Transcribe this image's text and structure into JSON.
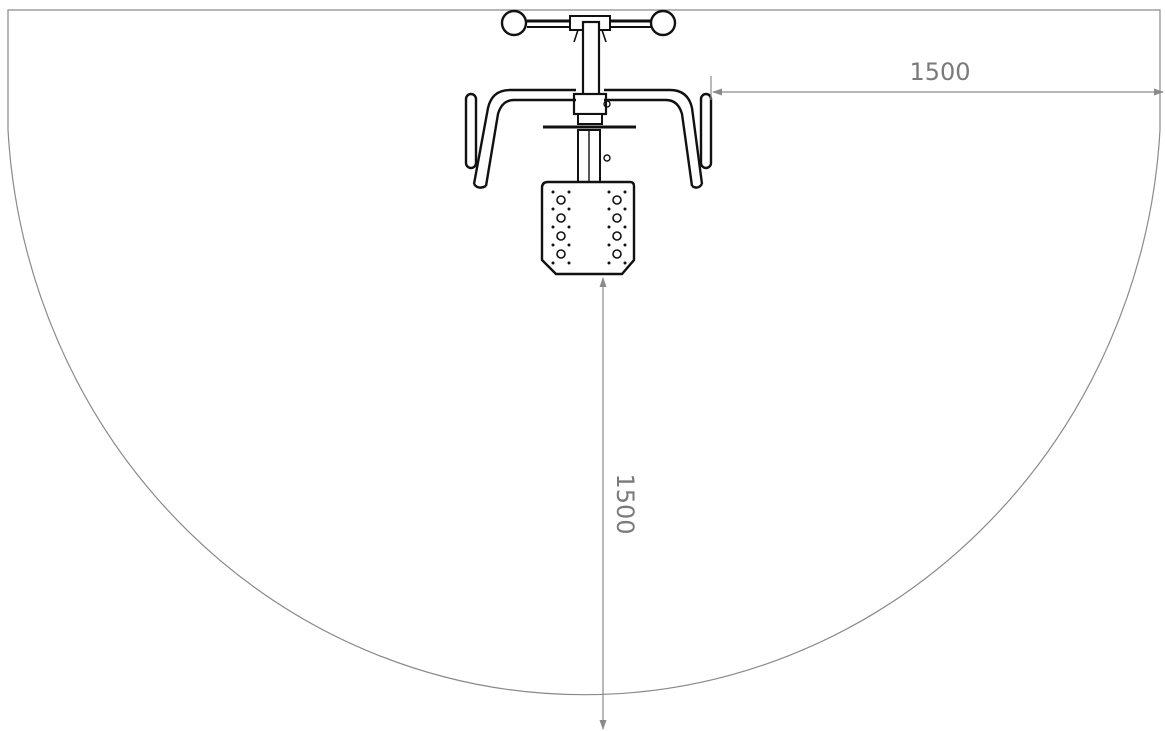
{
  "drawing": {
    "view": "top-view",
    "safety_zone_shape": "rectangle-with-semicircular-end",
    "dimensions": {
      "horizontal": "1500",
      "vertical": "1500"
    }
  },
  "colors": {
    "background": "#ffffff",
    "outline": "#8a8a8a",
    "dimension_line": "#8a8a8a",
    "dimension_text": "#7a7a7a",
    "equipment": "#111111"
  }
}
